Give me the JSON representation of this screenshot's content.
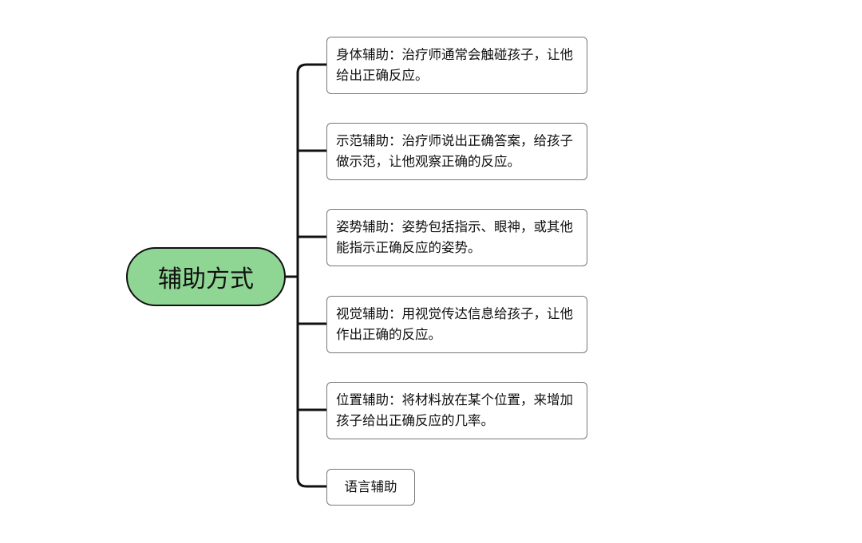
{
  "mindmap": {
    "root": {
      "label": "辅助方式"
    },
    "children": [
      {
        "id": "body-assist",
        "label": "身体辅助：治疗师通常会触碰孩子，让他给出正确反应。"
      },
      {
        "id": "demo-assist",
        "label": "示范辅助：治疗师说出正确答案，给孩子做示范，让他观察正确的反应。"
      },
      {
        "id": "gesture-assist",
        "label": "姿势辅助：姿势包括指示、眼神，或其他能指示正确反应的姿势。"
      },
      {
        "id": "visual-assist",
        "label": "视觉辅助：用视觉传达信息给孩子，让他作出正确的反应。"
      },
      {
        "id": "position-assist",
        "label": "位置辅助：将材料放在某个位置，来增加孩子给出正确反应的几率。"
      },
      {
        "id": "verbal-assist",
        "label": "语言辅助"
      }
    ]
  },
  "colors": {
    "root_fill": "#8fd694",
    "line": "#111111",
    "box_border": "#777777",
    "background": "#ffffff"
  }
}
